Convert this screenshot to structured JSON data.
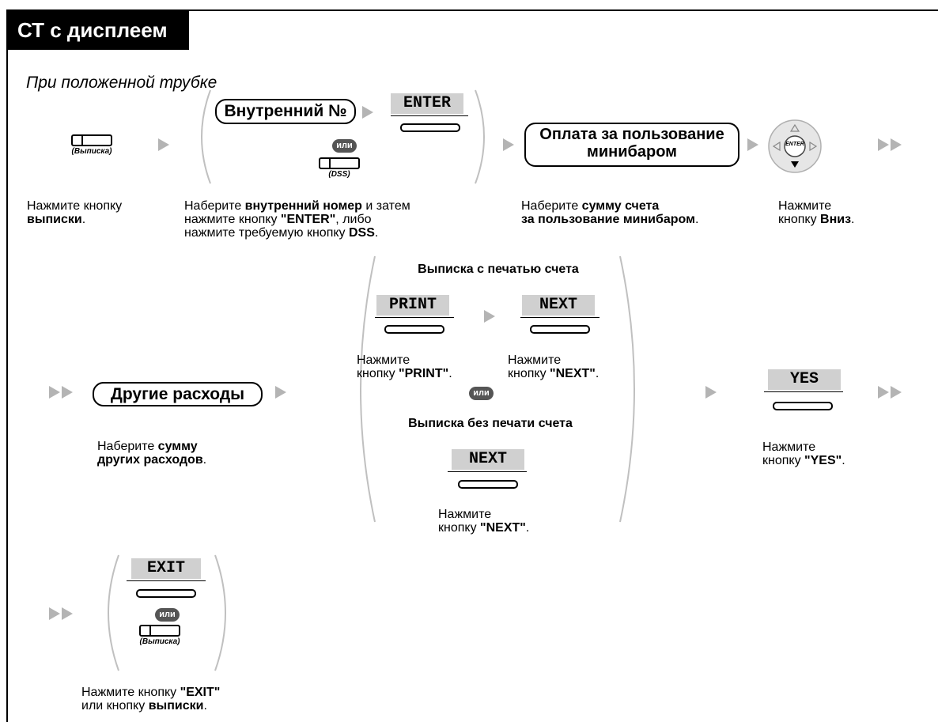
{
  "header": {
    "title": "СТ с дисплеем",
    "subtitle": "При положенной трубке"
  },
  "row1": {
    "checkout_key_caption": "(Выписка)",
    "extension_label": "Внутренний №",
    "enter_softkey": "ENTER",
    "or_badge": "или",
    "dss_caption": "(DSS)",
    "minibar_line1": "Оплата за пользование",
    "minibar_line2": "минибаром",
    "nav_enter": "ENTER",
    "desc1": [
      "Нажмите кнопку",
      "выписки",
      "."
    ],
    "desc2": [
      "Наберите ",
      "внутренний номер",
      " и затем",
      "нажмите кнопку ",
      "\"ENTER\"",
      ", либо",
      "нажмите требуемую кнопку ",
      "DSS",
      "."
    ],
    "desc3": [
      "Наберите ",
      "сумму счета",
      "за пользование минибаром",
      "."
    ],
    "desc4": [
      "Нажмите",
      "кнопку ",
      "Вниз",
      "."
    ]
  },
  "row2": {
    "other_label": "Другие расходы",
    "desc_other": [
      "Наберите ",
      "сумму",
      "других расходов",
      "."
    ],
    "print_title": "Выписка с печатью счета",
    "print_softkey": "PRINT",
    "next_softkey": "NEXT",
    "desc_print": [
      "Нажмите",
      "кнопку ",
      "\"PRINT\"",
      "."
    ],
    "desc_next": [
      "Нажмите",
      "кнопку ",
      "\"NEXT\"",
      "."
    ],
    "or_badge": "или",
    "noprint_title": "Выписка без печати счета",
    "next_softkey2": "NEXT",
    "desc_next2": [
      "Нажмите",
      "кнопку ",
      "\"NEXT\"",
      "."
    ],
    "yes_softkey": "YES",
    "desc_yes": [
      "Нажмите",
      "кнопку ",
      "\"YES\"",
      "."
    ]
  },
  "row3": {
    "exit_softkey": "EXIT",
    "or_badge": "или",
    "checkout_key_caption": "(Выписка)",
    "desc_exit": [
      "Нажмите кнопку ",
      "\"EXIT\"",
      "или кнопку ",
      "выписки",
      "."
    ]
  }
}
